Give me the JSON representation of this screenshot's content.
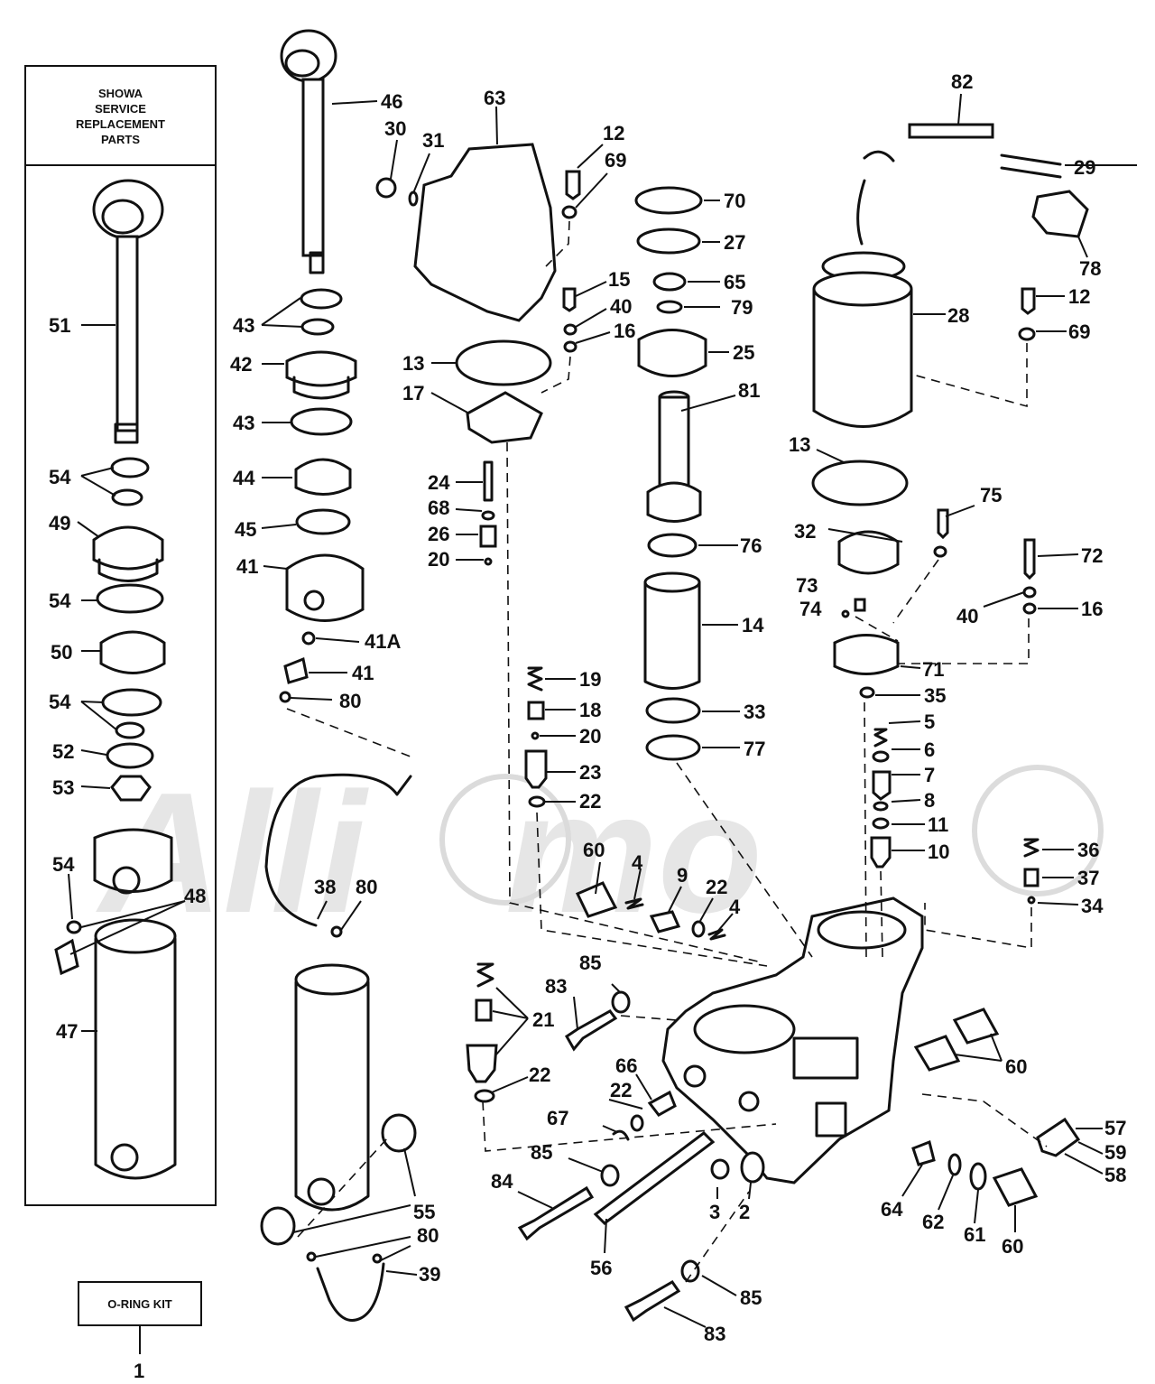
{
  "box": {
    "title_lines": [
      "SHOWA",
      "SERVICE",
      "REPLACEMENT",
      "PARTS"
    ]
  },
  "kit": {
    "label": "O-RING KIT"
  },
  "callouts": [
    "1",
    "2",
    "3",
    "4",
    "4",
    "5",
    "6",
    "7",
    "8",
    "9",
    "10",
    "11",
    "12",
    "12",
    "13",
    "13",
    "14",
    "15",
    "16",
    "16",
    "17",
    "18",
    "19",
    "20",
    "20",
    "21",
    "22",
    "22",
    "22",
    "22",
    "23",
    "24",
    "25",
    "26",
    "27",
    "28",
    "29",
    "30",
    "31",
    "32",
    "33",
    "34",
    "35",
    "36",
    "37",
    "38",
    "39",
    "40",
    "40",
    "41",
    "41",
    "41A",
    "42",
    "43",
    "43",
    "44",
    "45",
    "46",
    "47",
    "48",
    "49",
    "50",
    "51",
    "52",
    "53",
    "54",
    "54",
    "54",
    "54",
    "55",
    "56",
    "57",
    "58",
    "59",
    "60",
    "60",
    "60",
    "61",
    "62",
    "63",
    "64",
    "65",
    "66",
    "67",
    "68",
    "69",
    "69",
    "70",
    "71",
    "72",
    "73",
    "74",
    "75",
    "76",
    "77",
    "78",
    "79",
    "80",
    "80",
    "80",
    "81",
    "82",
    "83",
    "83",
    "84",
    "85",
    "85",
    "85"
  ]
}
